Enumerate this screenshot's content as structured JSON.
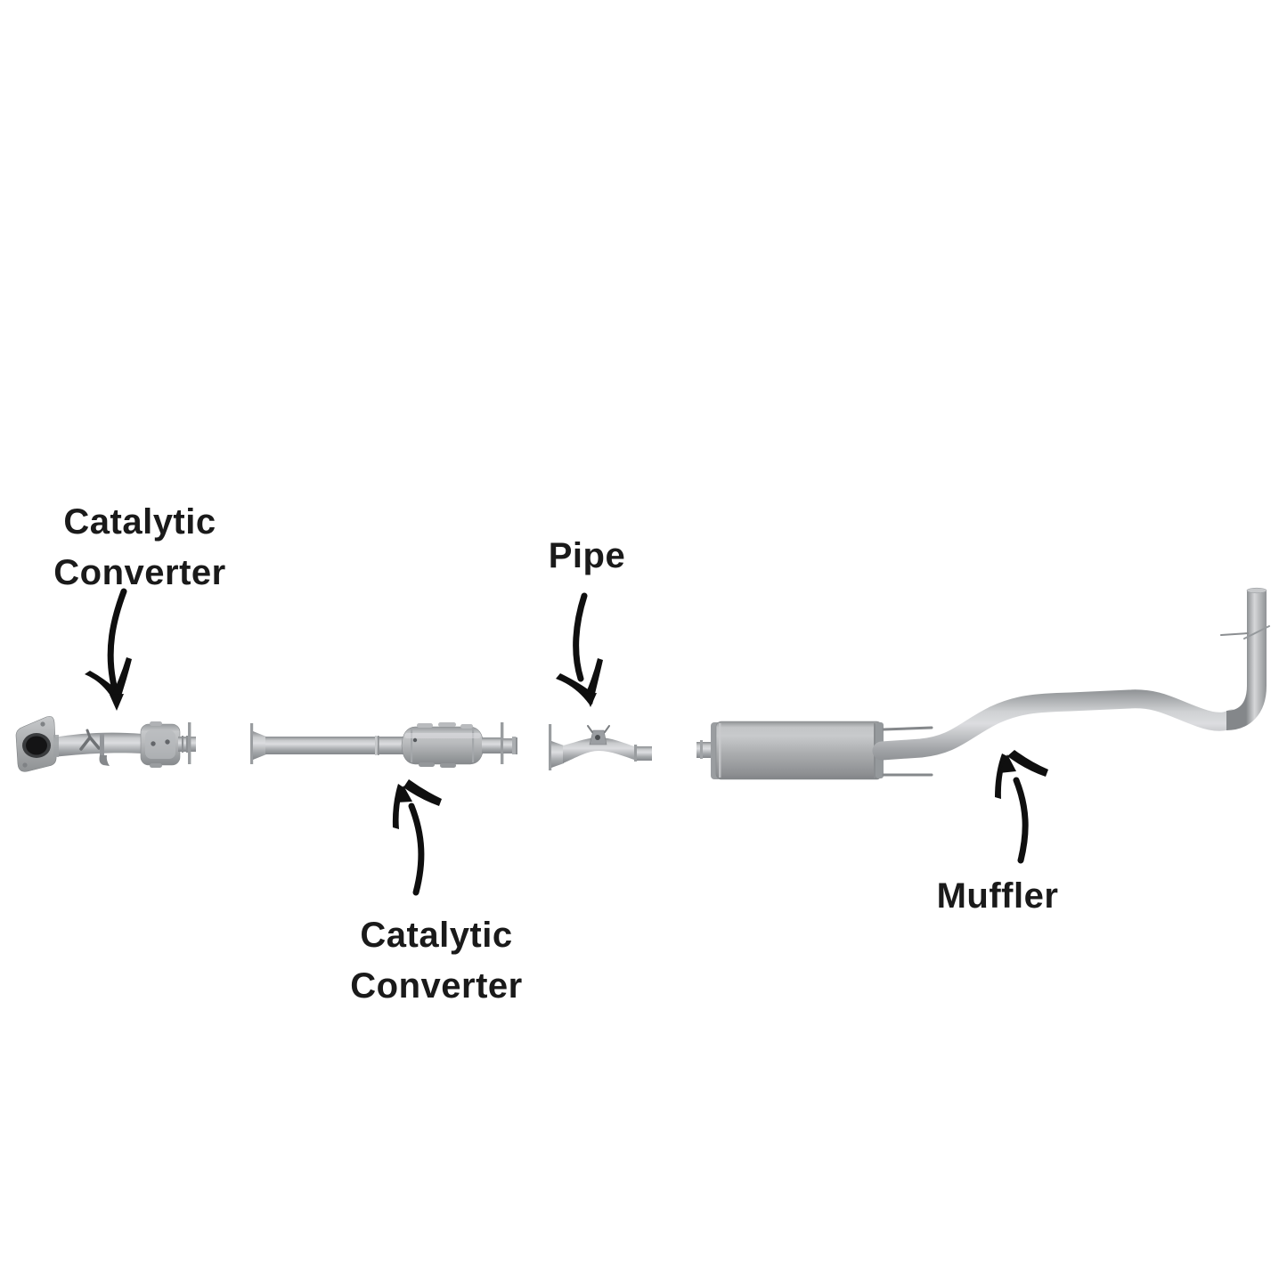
{
  "annotations": [
    {
      "target": "front-catalytic-converter",
      "lines": [
        "Catalytic",
        "Converter"
      ]
    },
    {
      "target": "pipe",
      "lines": [
        "Pipe"
      ]
    },
    {
      "target": "mid-catalytic-converter",
      "lines": [
        "Catalytic",
        "Converter"
      ]
    },
    {
      "target": "muffler",
      "lines": [
        "Muffler"
      ]
    }
  ],
  "colors": {
    "background": "#ffffff",
    "label_color": "#1a1a1a",
    "arrow_color": "#0f0f0f",
    "metal_light": "#d8d9db",
    "metal_mid": "#aeb0b3",
    "metal_dark": "#85888b",
    "opening_dark": "#1c1c1e"
  }
}
